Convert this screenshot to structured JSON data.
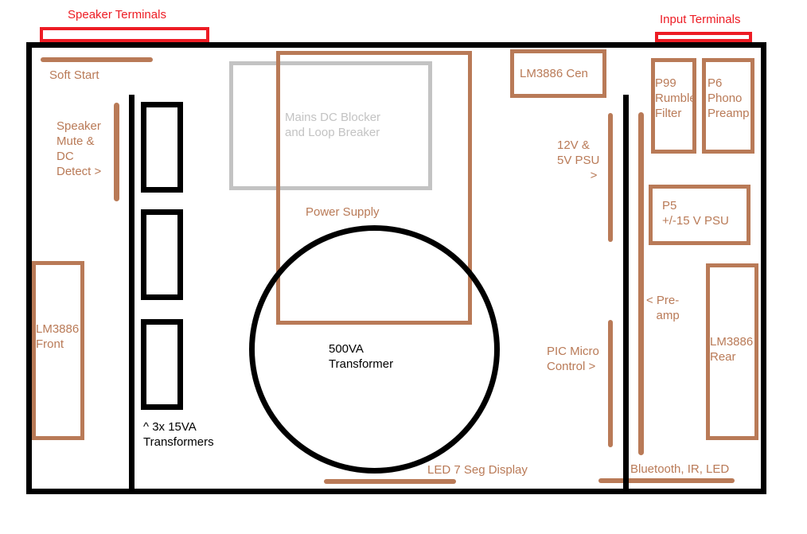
{
  "colors": {
    "brown": "#B97A57",
    "red": "#ED1C24",
    "gray": "#C3C3C3",
    "black": "#000000",
    "background": "#FFFFFF"
  },
  "labels": {
    "speaker_terminals": "Speaker Terminals",
    "input_terminals": "Input Terminals",
    "soft_start": "Soft Start",
    "speaker_mute_dc_detect": "Speaker\nMute &\nDC\nDetect >",
    "lm3886_front": "LM3886\nFront",
    "transformers_3x15va": "^ 3x 15VA\nTransformers",
    "mains_dc_blocker": "Mains DC Blocker\nand Loop Breaker",
    "power_supply": "Power Supply",
    "transformer_500va": "500VA\nTransformer",
    "led_7seg_display": "LED 7 Seg Display",
    "lm3886_cen": "LM3886 Cen",
    "psu_12v_5v": "12V &\n5V PSU\n          >",
    "pic_micro_control": "PIC Micro\nControl >",
    "p99_rumble_filter": "P99\nRumble\nFilter",
    "p6_phono_preamp": "P6\nPhono\nPreamp",
    "p5_psu": "P5\n+/-15 V PSU",
    "preamp": "< Pre-\n   amp",
    "lm3886_rear": "LM3886\nRear",
    "bluetooth_ir_led": "Bluetooth, IR, LED"
  }
}
